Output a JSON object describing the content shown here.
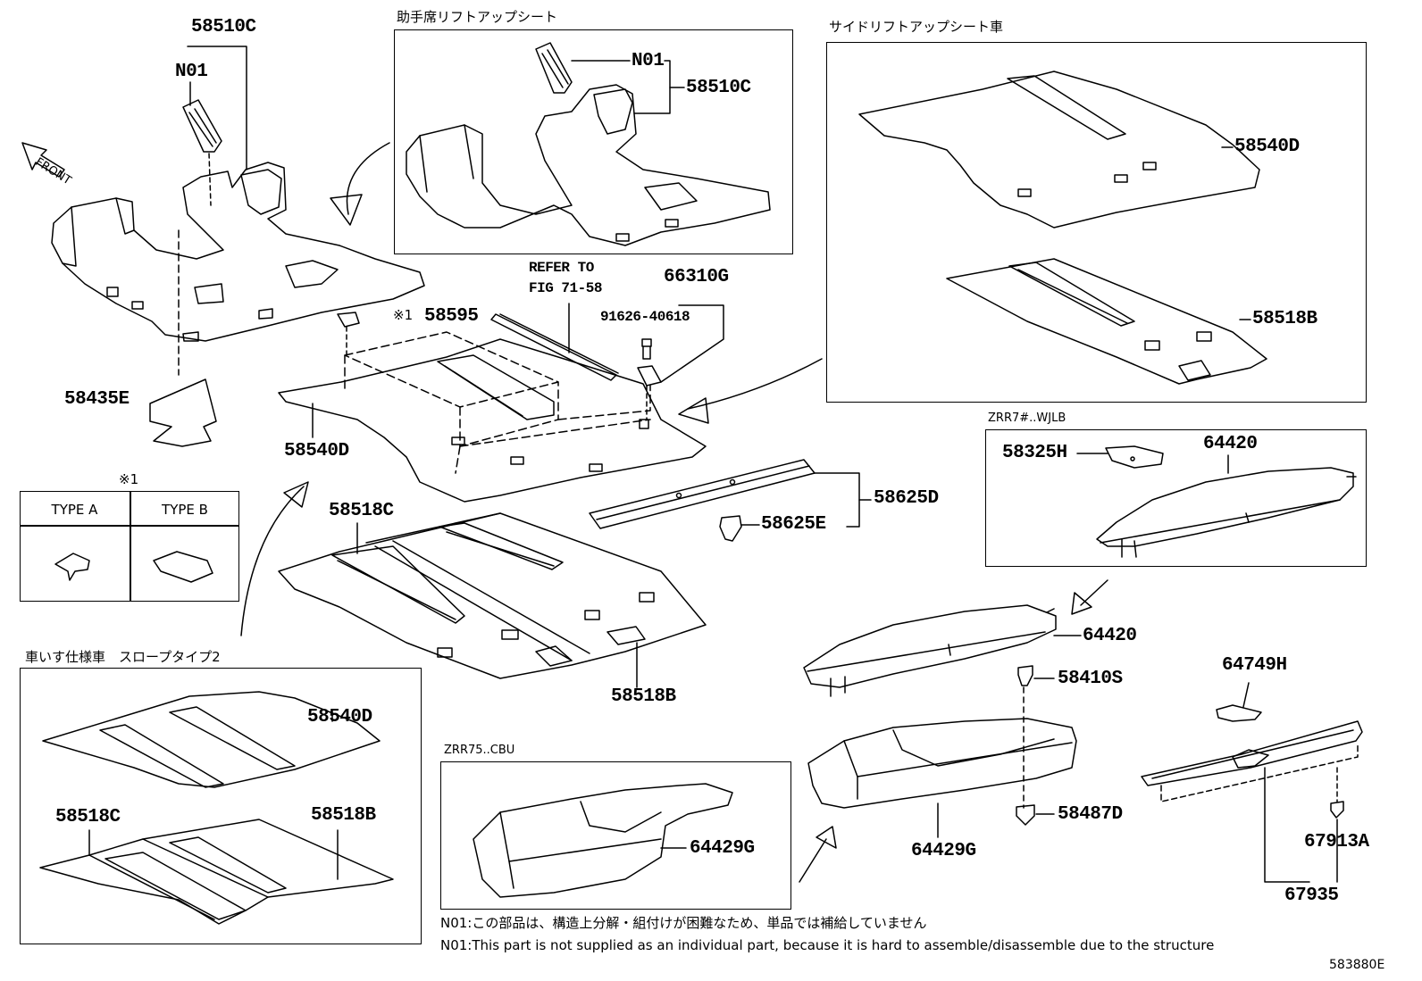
{
  "diagram": {
    "front_label": "FRONT",
    "illustration_code": "583880E",
    "refer": {
      "line1": "REFER TO",
      "line2": "FIG 71-58"
    },
    "type_table": {
      "header": "※1",
      "type_a": "TYPE A",
      "type_b": "TYPE B"
    },
    "callouts": [
      "58510C",
      "N01",
      "58435E",
      "58595",
      "※1",
      "66310G",
      "91626-40618",
      "58540D",
      "58518C",
      "58518B",
      "58625D",
      "58625E",
      "N01",
      "58510C",
      "58540D",
      "58518B",
      "58325H",
      "64420",
      "64420",
      "58410S",
      "58487D",
      "64429G",
      "64749H",
      "67913A",
      "67935",
      "58540D",
      "58518C",
      "58518B",
      "64429G"
    ],
    "groups": {
      "passenger_liftup": "助手席リフトアップシート",
      "side_liftup": "サイドリフトアップシート車",
      "wjlb": "ZRR7#..WJLB",
      "wheelchair": "車いす仕様車　スロープタイプ2",
      "cbu": "ZRR75..CBU"
    },
    "notes": {
      "jp": "N01:この部品は、構造上分解・組付けが困難なため、単品では補給していません",
      "en": "N01:This part is not supplied as an individual part, because it is hard to assemble/disassemble due to the structure"
    }
  }
}
